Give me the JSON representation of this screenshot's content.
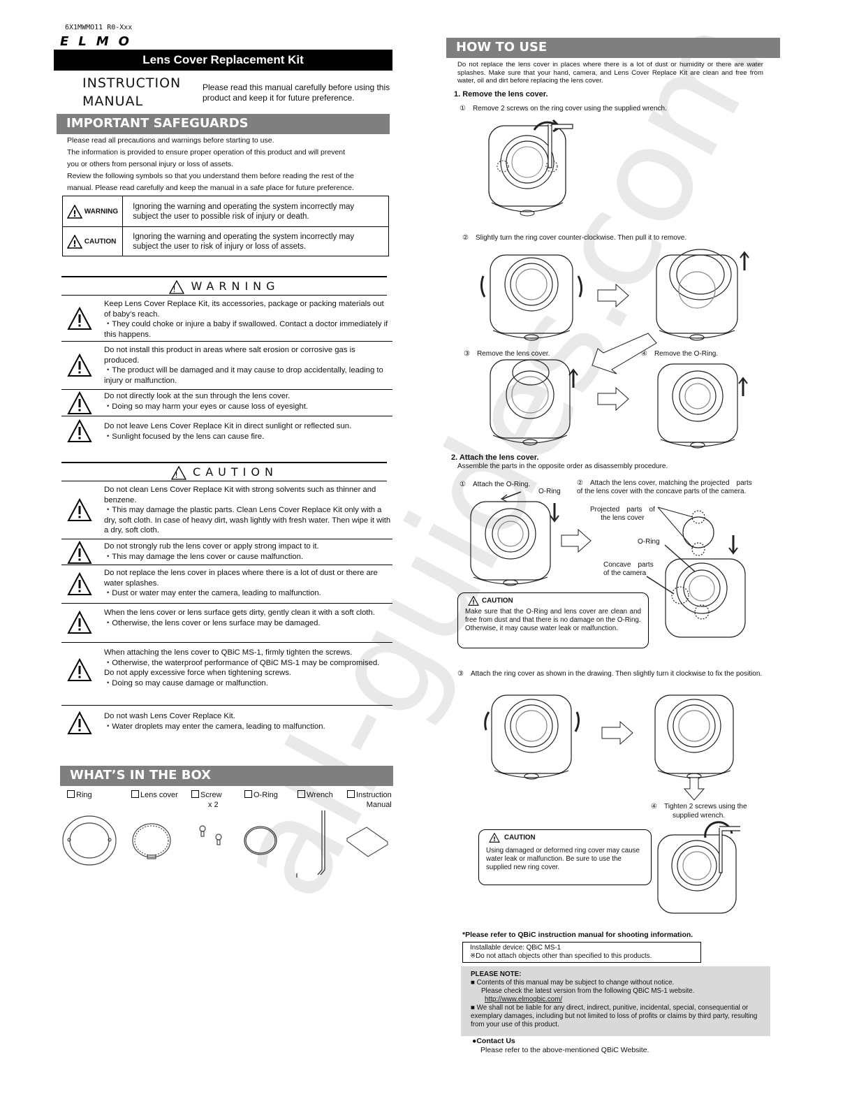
{
  "header": {
    "doc_id": "6X1MWMO11 R0-Xxx",
    "brand": "ELMO",
    "title": "Lens Cover Replacement Kit",
    "manual_line1": "INSTRUCTION",
    "manual_line2": "MANUAL",
    "manual_note": "Please read this manual carefully before using this product and keep it for future preference."
  },
  "safeguards": {
    "heading": "IMPORTANT SAFEGUARDS",
    "intro": [
      "Please read all precautions and warnings before starting to use.",
      "The information is provided to ensure proper operation of this product and will prevent",
      "you or others from personal injury or loss of assets.",
      "Review the following symbols so that you understand them before reading the rest of the",
      "manual. Please read carefully and keep the manual in a safe place for future preference."
    ],
    "symbols": [
      {
        "label": "WARNING",
        "text": "Ignoring the warning and operating the system incorrectly may subject the user to possible risk of injury or death."
      },
      {
        "label": "CAUTION",
        "text": "Ignoring the warning and operating the system incorrectly may subject the user to risk of injury or loss of assets."
      }
    ]
  },
  "warning": {
    "heading": "WARNING",
    "items": [
      [
        "Keep Lens Cover Replace Kit, its accessories, package or packing materials out of baby’s reach.",
        "・They could choke or injure a baby if swallowed. Contact a doctor immediately if this happens."
      ],
      [
        "Do not install this product in areas where salt erosion or corrosive gas is produced.",
        "・The product will be damaged and it may cause to drop accidentally, leading to injury or malfunction."
      ],
      [
        "Do not directly look at the sun through the lens cover.",
        "・Doing so may harm your eyes or cause loss of eyesight."
      ],
      [
        "Do not leave Lens Cover Replace Kit in direct sunlight or reflected sun.",
        "・Sunlight focused by the lens can cause fire."
      ]
    ]
  },
  "caution": {
    "heading": "CAUTION",
    "items": [
      [
        "Do not clean Lens Cover Replace Kit with strong solvents such as thinner and benzene.",
        "・This may damage the plastic parts. Clean Lens Cover Replace Kit only with a dry, soft cloth. In case of heavy dirt, wash lightly with fresh water. Then wipe it with a dry, soft cloth."
      ],
      [
        "Do not strongly rub the lens cover or apply strong impact to it.",
        "・This may damage the lens cover or cause malfunction."
      ],
      [
        "Do not replace the lens cover in places where there is a lot of dust or there are water splashes.",
        "・Dust or water may enter the camera, leading to malfunction."
      ],
      [
        "When the lens cover or lens surface gets dirty, gently clean it with a soft cloth.",
        "・Otherwise, the lens cover or lens surface may be damaged."
      ],
      [
        "When attaching the lens cover to QBiC MS-1, firmly tighten the screws.",
        "・Otherwise, the waterproof performance of QBiC MS-1 may be compromised.",
        "Do not apply excessive force when tightening screws.",
        "・Doing so may cause damage or malfunction."
      ],
      [
        "Do not wash Lens Cover Replace Kit.",
        "・Water droplets may enter the camera, leading to malfunction."
      ]
    ]
  },
  "box": {
    "heading": "WHAT’S IN THE BOX",
    "items": [
      {
        "label": "Ring",
        "sub": ""
      },
      {
        "label": "Lens cover",
        "sub": ""
      },
      {
        "label": "Screw",
        "sub": "x 2"
      },
      {
        "label": "O-Ring",
        "sub": ""
      },
      {
        "label": "Wrench",
        "sub": ""
      },
      {
        "label": "Instruction",
        "sub": "Manual"
      }
    ]
  },
  "howto": {
    "heading": "HOW TO USE",
    "intro": "Do not replace the lens cover in places where there is a lot of dust or humidity or there are water splashes. Make sure that your hand, camera, and Lens Cover Replace Kit are clean and free from water, oil and dirt before replacing the lens cover.",
    "step1_title": "1.  Remove the lens cover.",
    "step1_1": "①　Remove 2 screws on the ring cover using the supplied wrench.",
    "step1_2": "②　Slightly turn the ring cover counter-clockwise. Then pull it to remove.",
    "step1_3": "③　Remove the lens cover.",
    "step1_4": "④　Remove the O-Ring.",
    "step2_title": "2. Attach the lens cover.",
    "step2_sub": "Assemble the parts in the opposite order as disassembly procedure.",
    "step2_1": "①　Attach the O-Ring.",
    "step2_2a": "②　Attach the lens cover, matching the projected　parts",
    "step2_2b": "of the lens cover with the concave parts of the camera.",
    "label_oring": "O-Ring",
    "label_projected1": "Projected　parts　of",
    "label_projected2": "the lens cover",
    "label_concave1": "Concave　parts",
    "label_concave2": "of the camera",
    "caution1_title": "CAUTION",
    "caution1_text": "Make sure that the O-Ring and lens cover are clean and free from dust and that there is no damage on the O-Ring.",
    "caution1_text2": "Otherwise, it may cause water leak or malfunction.",
    "step2_3": "③　Attach the ring cover as shown in the drawing. Then slightly turn it clockwise to fix the position.",
    "step2_4a": "④　Tighten 2 screws using the",
    "step2_4b": "supplied wrench.",
    "caution2_title": "CAUTION",
    "caution2_text": "Using damaged or deformed ring cover may cause water leak or malfunction. Be sure to use the supplied new ring cover."
  },
  "footer": {
    "refer": "*Please refer to QBiC instruction manual for shooting information.",
    "device1": "Installable device: QBiC MS-1",
    "device2": "※Do not attach objects other than specified to this products.",
    "note_title": "PLEASE NOTE:",
    "note1": "■ Contents of this manual may be subject to change without notice.",
    "note1b": "Please check the latest version from the following QBiC MS-1 website.",
    "note_url": "http://www.elmoqbic.com/",
    "note2": "■ We shall not be liable for any direct, indirect, punitive, incidental, special, consequential or exemplary damages, including but not limited to loss of profits or claims by third party, resulting from your use of this product.",
    "contact_title": "●Contact Us",
    "contact_text": "Please refer to the above-mentioned QBiC Website."
  },
  "watermark": "all-guides.com"
}
